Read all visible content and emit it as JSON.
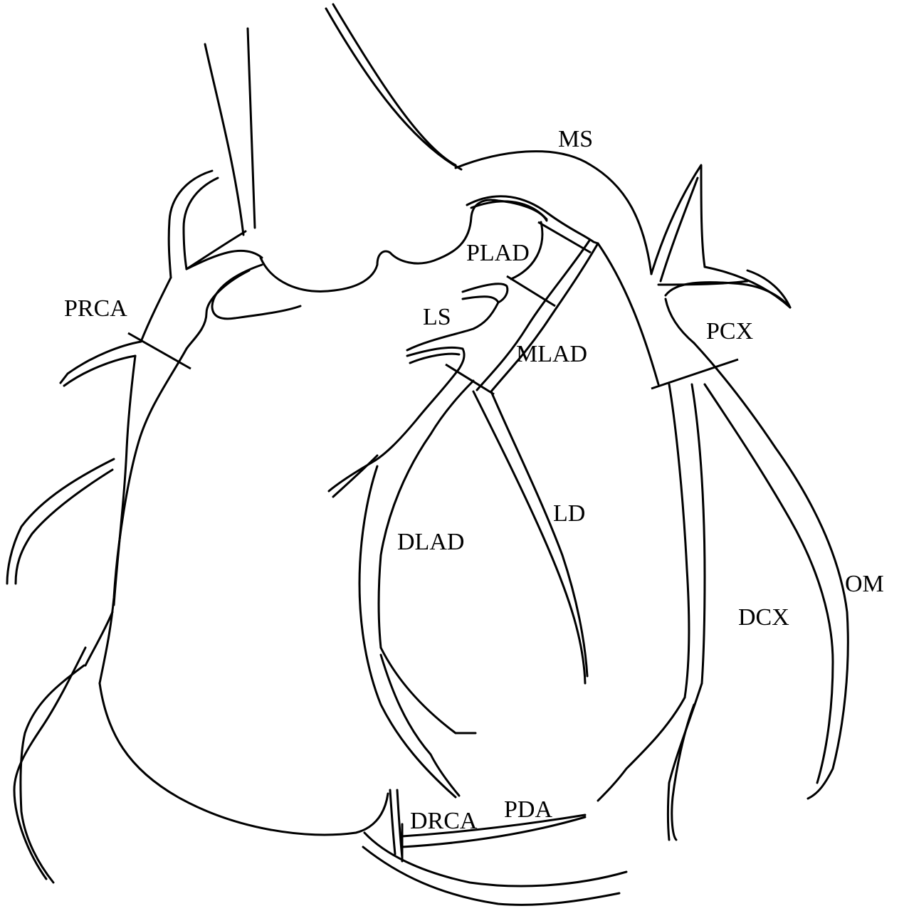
{
  "labels": {
    "ms": "MS",
    "plad": "PLAD",
    "prca": "PRCA",
    "ls": "LS",
    "mlad": "MLAD",
    "pcx": "PCX",
    "ld": "LD",
    "dlad": "DLAD",
    "om": "OM",
    "dcx": "DCX",
    "drca": "DRCA",
    "pda": "PDA"
  },
  "colors": {
    "stroke": "#000000",
    "background": "#ffffff"
  }
}
